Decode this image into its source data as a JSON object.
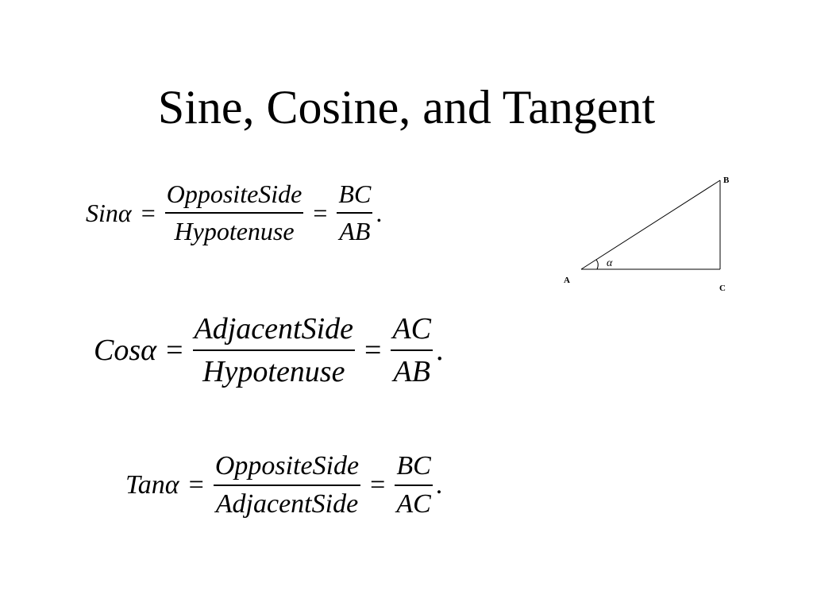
{
  "title": "Sine, Cosine, and Tangent",
  "equations": {
    "sin": {
      "lhs": "Sinα",
      "equals": "=",
      "frac1_num": "OppositeSide",
      "frac1_den": "Hypotenuse",
      "frac2_num": "BC",
      "frac2_den": "AB",
      "end": "."
    },
    "cos": {
      "lhs": "Cosα",
      "equals": "=",
      "frac1_num": "AdjacentSide",
      "frac1_den": "Hypotenuse",
      "frac2_num": "AC",
      "frac2_den": "AB",
      "end": "."
    },
    "tan": {
      "lhs": "Tanα",
      "equals": "=",
      "frac1_num": "OppositeSide",
      "frac1_den": "AdjacentSide",
      "frac2_num": "BC",
      "frac2_den": "AC",
      "end": "."
    }
  },
  "diagram": {
    "vertex_a": "A",
    "vertex_b": "B",
    "vertex_c": "C",
    "angle": "α"
  }
}
